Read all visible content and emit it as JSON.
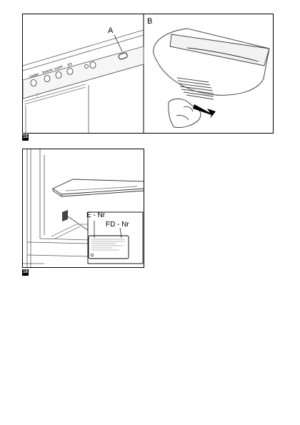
{
  "figure15": {
    "number": "15",
    "panel_a_callout": "A",
    "panel_b_label": "B",
    "controls": [
      "cooler",
      "freezer",
      "super",
      "3/3"
    ]
  },
  "figure16": {
    "number": "16",
    "label_e_nr": "E - Nr",
    "label_fd_nr": "FD - Nr"
  }
}
